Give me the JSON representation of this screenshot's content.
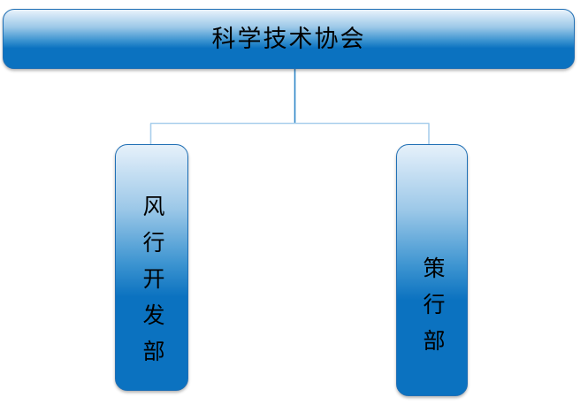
{
  "diagram": {
    "type": "organization-chart",
    "orientation": "top-down",
    "background_color": "#ffffff",
    "node_fill_color": "#0b72c0",
    "node_highlight_color": "#dcebf7",
    "node_border_color": "#1f6fb5",
    "connector_color": "#95c4e8",
    "text_color": "#000000",
    "root": {
      "label": "科学技术协会",
      "text_direction": "horizontal"
    },
    "children": [
      {
        "label": "风行开发部",
        "text_direction": "vertical",
        "characters": [
          "风",
          "行",
          "开",
          "发",
          "部"
        ]
      },
      {
        "label": "策行部",
        "text_direction": "vertical",
        "characters": [
          "策",
          "行",
          "部"
        ]
      }
    ],
    "connectors": [
      {
        "from": "root",
        "to": "children",
        "style": "elbow"
      }
    ]
  }
}
